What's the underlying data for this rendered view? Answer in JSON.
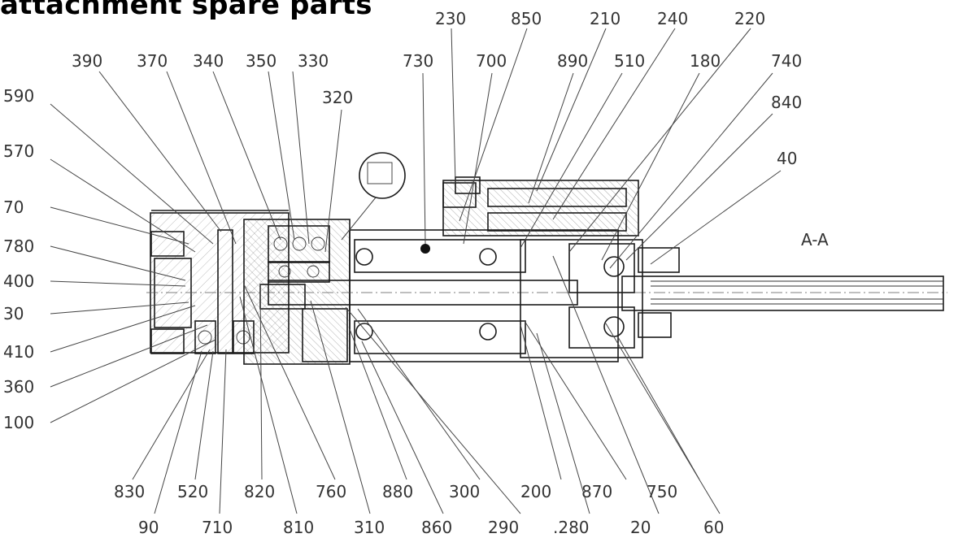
{
  "title": "attachment spare parts",
  "section_label": "A-A",
  "callouts": {
    "top_left": [
      "390",
      "370",
      "340",
      "350",
      "330",
      "320"
    ],
    "top_mid": [
      "230",
      "850",
      "210",
      "240",
      "220"
    ],
    "top_row2": [
      "730",
      "700",
      "890",
      "510",
      "180",
      "740",
      "840",
      "40"
    ],
    "left": [
      "590",
      "570",
      "70",
      "780",
      "400",
      "30",
      "410",
      "360",
      "100"
    ],
    "bottom1": [
      "830",
      "520",
      "820",
      "760",
      "880",
      "300",
      "200",
      "870",
      "750"
    ],
    "bottom2": [
      "90",
      "710",
      "810",
      "310",
      "860",
      "290",
      ".280",
      "20",
      "60"
    ]
  }
}
